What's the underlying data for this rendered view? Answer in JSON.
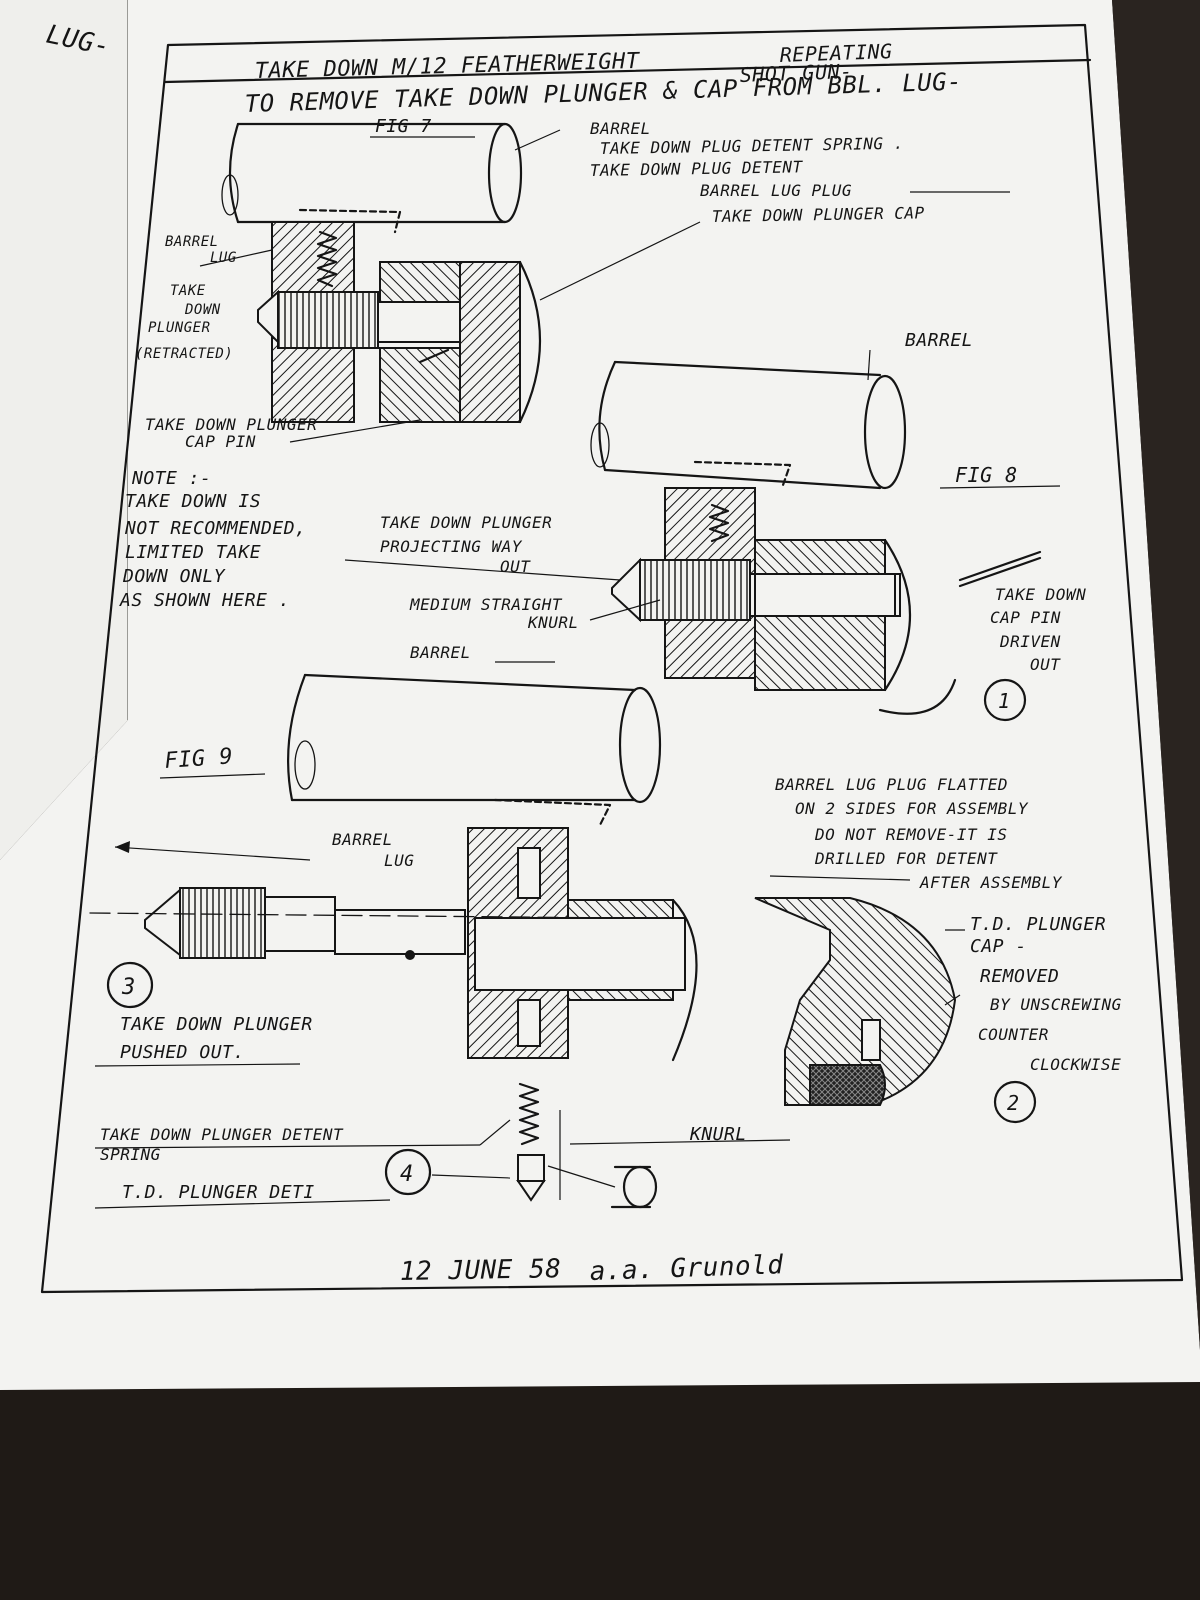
{
  "document": {
    "title_line1": "TAKE DOWN M/12 FEATHERWEIGHT",
    "title_repeating": "REPEATING",
    "title_shotgun": "SHOT GUN-",
    "title_line2": "TO REMOVE TAKE DOWN PLUNGER & CAP FROM BBL. LUG-",
    "corner_text": "LUG-",
    "signature_date": "12 JUNE 58",
    "signature_name": "a.a. Grunold"
  },
  "fig7": {
    "label": "FIG 7",
    "barrel": "BARREL",
    "detent_spring": "TAKE DOWN PLUG DETENT SPRING .",
    "detent": "TAKE DOWN PLUG DETENT",
    "lug_plug": "BARREL LUG PLUG",
    "plunger_cap": "TAKE DOWN PLUNGER CAP",
    "barrel_lug": [
      "BARREL",
      "LUG"
    ],
    "plunger_retracted": [
      "TAKE",
      "DOWN",
      "PLUNGER",
      "(RETRACTED)"
    ],
    "cap_pin": [
      "TAKE DOWN PLUNGER",
      "CAP PIN"
    ]
  },
  "note": {
    "heading": "NOTE :-",
    "lines": [
      "TAKE DOWN IS",
      "NOT RECOMMENDED,",
      "LIMITED TAKE",
      "DOWN ONLY",
      "AS SHOWN HERE ."
    ]
  },
  "fig8": {
    "label": "FIG 8",
    "barrel": "BARREL",
    "plunger_projecting": [
      "TAKE DOWN PLUNGER",
      "PROJECTING WAY",
      "OUT"
    ],
    "knurl": [
      "MEDIUM STRAIGHT",
      "KNURL"
    ],
    "cap_pin_driven": [
      "TAKE DOWN",
      "CAP PIN",
      "DRIVEN",
      "OUT"
    ],
    "step": "1"
  },
  "fig9": {
    "label": "FIG 9",
    "barrel": "BARREL",
    "barrel_lug": [
      "BARREL",
      "LUG"
    ],
    "lug_plug_note": [
      "BARREL LUG PLUG FLATTED",
      "ON 2 SIDES FOR ASSEMBLY",
      "DO NOT REMOVE-IT IS",
      "DRILLED FOR DETENT",
      "AFTER ASSEMBLY"
    ],
    "cap_removed": [
      "T.D. PLUNGER",
      "CAP -",
      "REMOVED",
      "BY UNSCREWING",
      "COUNTER",
      "CLOCKWISE"
    ],
    "plunger_pushed": [
      "TAKE DOWN PLUNGER",
      "PUSHED OUT."
    ],
    "detent_spring": [
      "TAKE DOWN PLUNGER DETENT",
      "SPRING"
    ],
    "detent": "T.D. PLUNGER DETI",
    "knurl": "KNURL",
    "step2": "2",
    "step3": "3",
    "step4": "4"
  }
}
